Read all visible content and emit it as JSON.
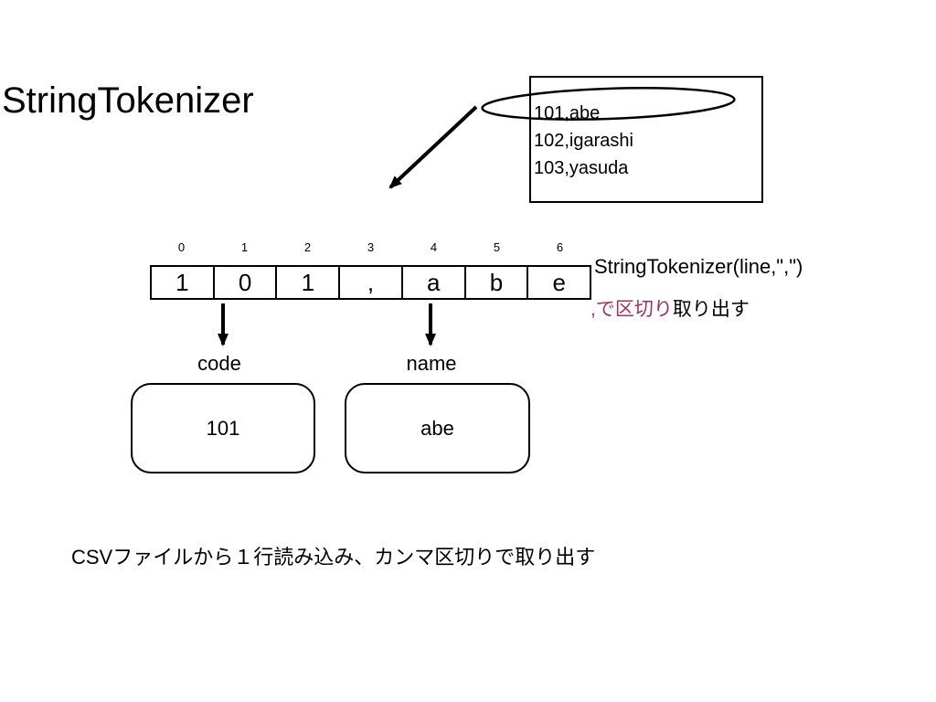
{
  "slide": {
    "title": "StringTokenizer",
    "csv_box": {
      "lines": [
        "101,abe",
        "102,igarashi",
        "103,yasuda"
      ]
    },
    "array": {
      "indices": [
        "0",
        "1",
        "2",
        "3",
        "4",
        "5",
        "6"
      ],
      "cells": [
        "1",
        "0",
        "1",
        ",",
        "a",
        "b",
        "e"
      ]
    },
    "ctor_annotation": "StringTokenizer(line,\",\")",
    "split_annotation": {
      "highlight": ",で区切り",
      "rest": "取り出す",
      "highlight_color": "#993366"
    },
    "tokens": [
      {
        "label": "code",
        "value": "101"
      },
      {
        "label": "name",
        "value": "abe"
      }
    ],
    "footer": "CSVファイルから１行読み込み、カンマ区切りで取り出す",
    "colors": {
      "background": "#ffffff",
      "text": "#000000",
      "highlight": "#993366"
    }
  }
}
